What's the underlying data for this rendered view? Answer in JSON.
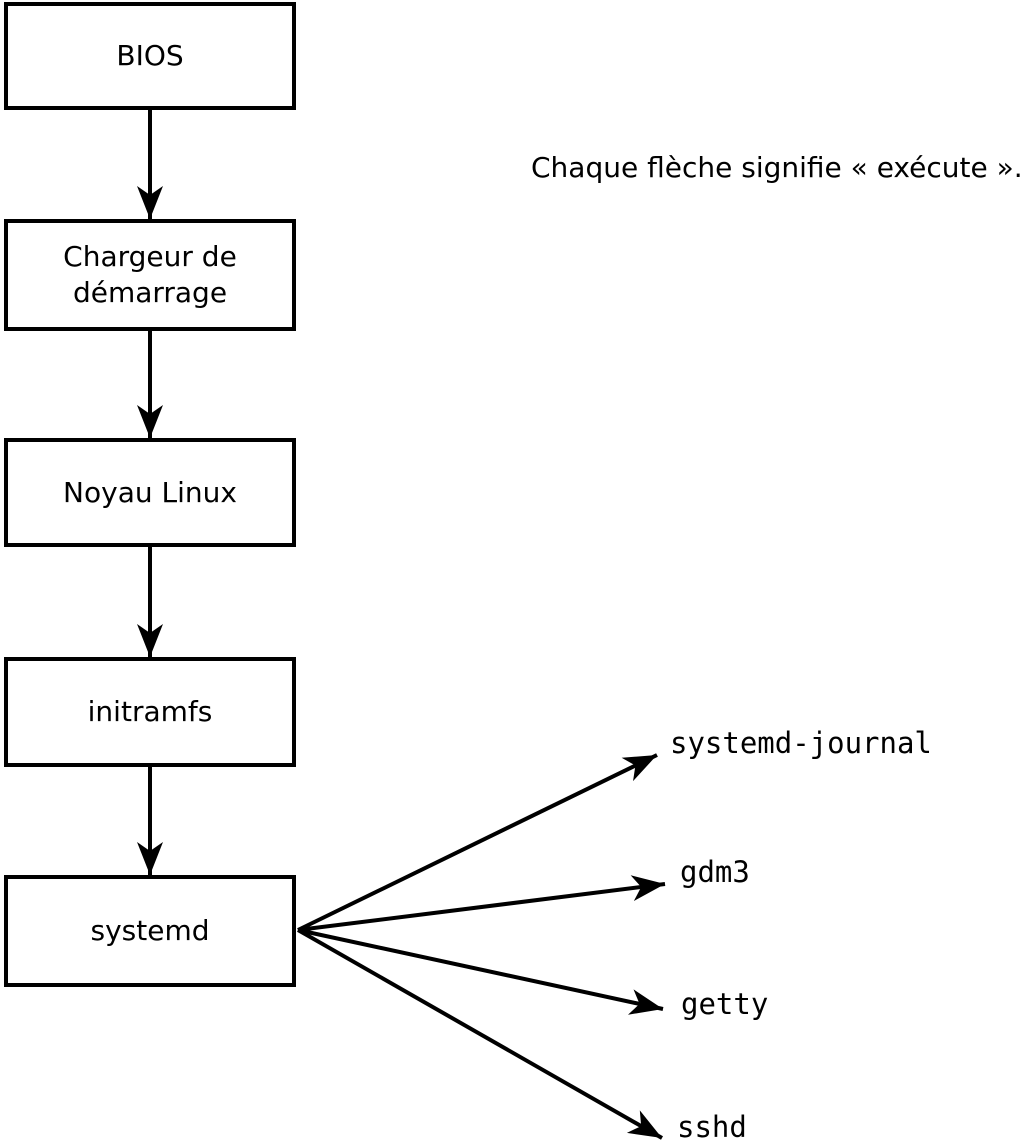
{
  "diagram": {
    "caption": "Chaque flèche signifie « exécute ».",
    "colors": {
      "line": "#000000",
      "text": "#000000",
      "box_fill": "#ffffff",
      "background": "#ffffff"
    },
    "boxes": [
      {
        "id": "bios",
        "label": "BIOS"
      },
      {
        "id": "bootloader",
        "label": "Chargeur de démarrage"
      },
      {
        "id": "kernel",
        "label": "Noyau Linux"
      },
      {
        "id": "initramfs",
        "label": "initramfs"
      },
      {
        "id": "systemd",
        "label": "systemd"
      }
    ],
    "spawned_processes": [
      {
        "id": "systemd-journal",
        "label": "systemd-journal"
      },
      {
        "id": "gdm3",
        "label": "gdm3"
      },
      {
        "id": "getty",
        "label": "getty"
      },
      {
        "id": "sshd",
        "label": "sshd"
      }
    ]
  }
}
